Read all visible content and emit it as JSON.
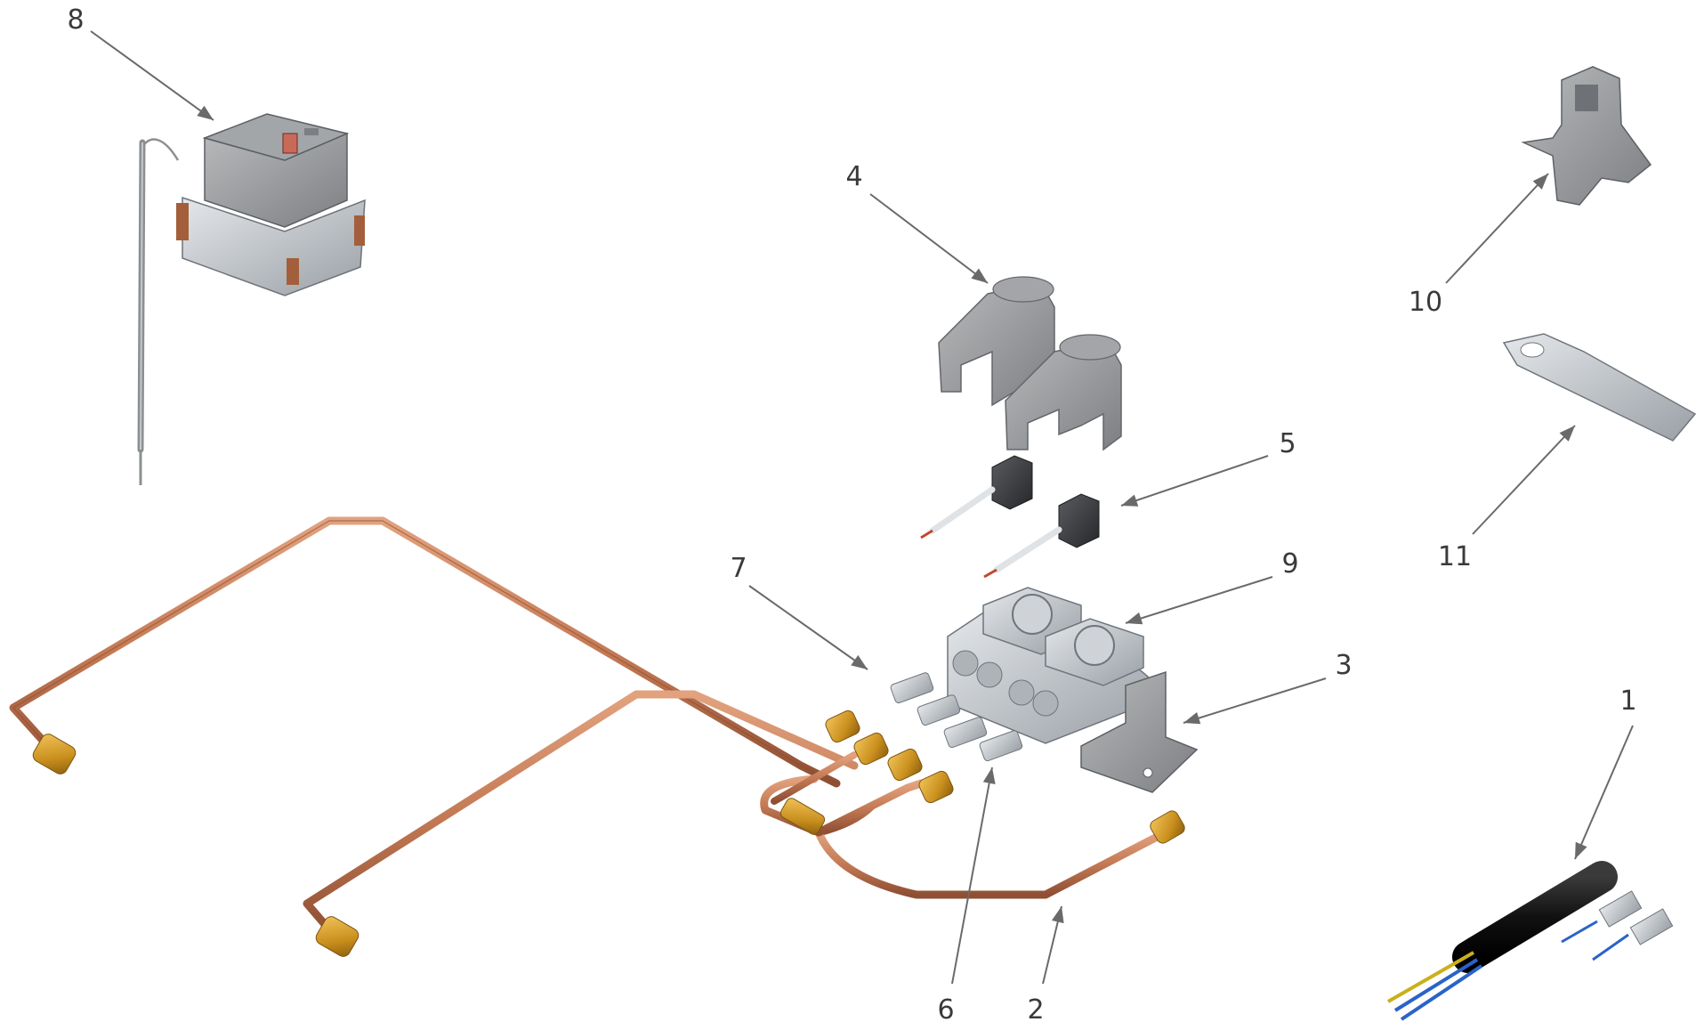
{
  "diagram": {
    "callouts": [
      {
        "label": "1"
      },
      {
        "label": "2"
      },
      {
        "label": "3"
      },
      {
        "label": "4"
      },
      {
        "label": "5"
      },
      {
        "label": "6"
      },
      {
        "label": "7"
      },
      {
        "label": "8"
      },
      {
        "label": "9"
      },
      {
        "label": "10"
      },
      {
        "label": "11"
      }
    ]
  },
  "colors": {
    "copper": "#c8825e",
    "copper_dark": "#9b5a3c",
    "brass": "#d6a030",
    "grey_part": "#9a9c9e",
    "dark_part": "#3b3d40",
    "metal_light": "#c9ccd0",
    "cable": "#151515",
    "wire_blue": "#2a63c9",
    "wire_yellow": "#c9b01c",
    "leader": "#6a6a6a"
  }
}
